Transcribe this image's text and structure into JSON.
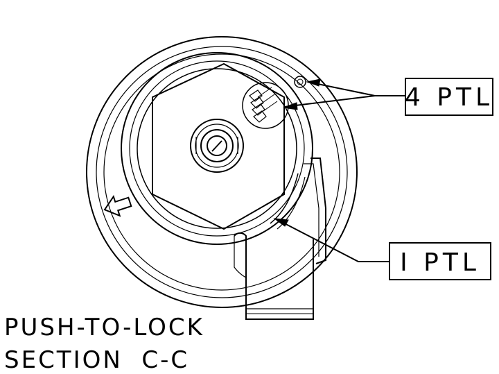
{
  "callouts": {
    "upper_label": "4 PTL",
    "lower_label": "I PTL"
  },
  "caption": {
    "line1": "PUSH-TO-LOCK",
    "line2": "SECTION  C-C"
  },
  "colors": {
    "ink": "#000000",
    "paper": "#ffffff"
  }
}
